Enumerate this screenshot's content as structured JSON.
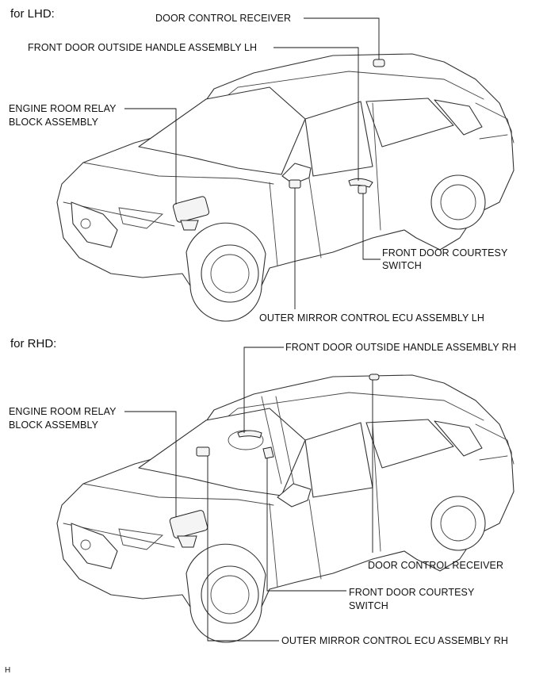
{
  "lhd": {
    "heading": "for LHD:",
    "door_control_receiver": "DOOR CONTROL RECEIVER",
    "front_door_outside_handle": "FRONT DOOR OUTSIDE HANDLE ASSEMBLY LH",
    "engine_room_relay_line1": "ENGINE ROOM RELAY",
    "engine_room_relay_line2": "BLOCK ASSEMBLY",
    "courtesy_switch_line1": "FRONT DOOR COURTESY",
    "courtesy_switch_line2": "SWITCH",
    "outer_mirror_ecu": "OUTER MIRROR CONTROL ECU ASSEMBLY LH"
  },
  "rhd": {
    "heading": "for RHD:",
    "front_door_outside_handle": "FRONT DOOR OUTSIDE HANDLE ASSEMBLY RH",
    "engine_room_relay_line1": "ENGINE ROOM RELAY",
    "engine_room_relay_line2": "BLOCK ASSEMBLY",
    "door_control_receiver": "DOOR CONTROL RECEIVER",
    "courtesy_switch_line1": "FRONT DOOR COURTESY",
    "courtesy_switch_line2": "SWITCH",
    "outer_mirror_ecu": "OUTER MIRROR CONTROL ECU ASSEMBLY RH"
  },
  "footer_mark": "H"
}
